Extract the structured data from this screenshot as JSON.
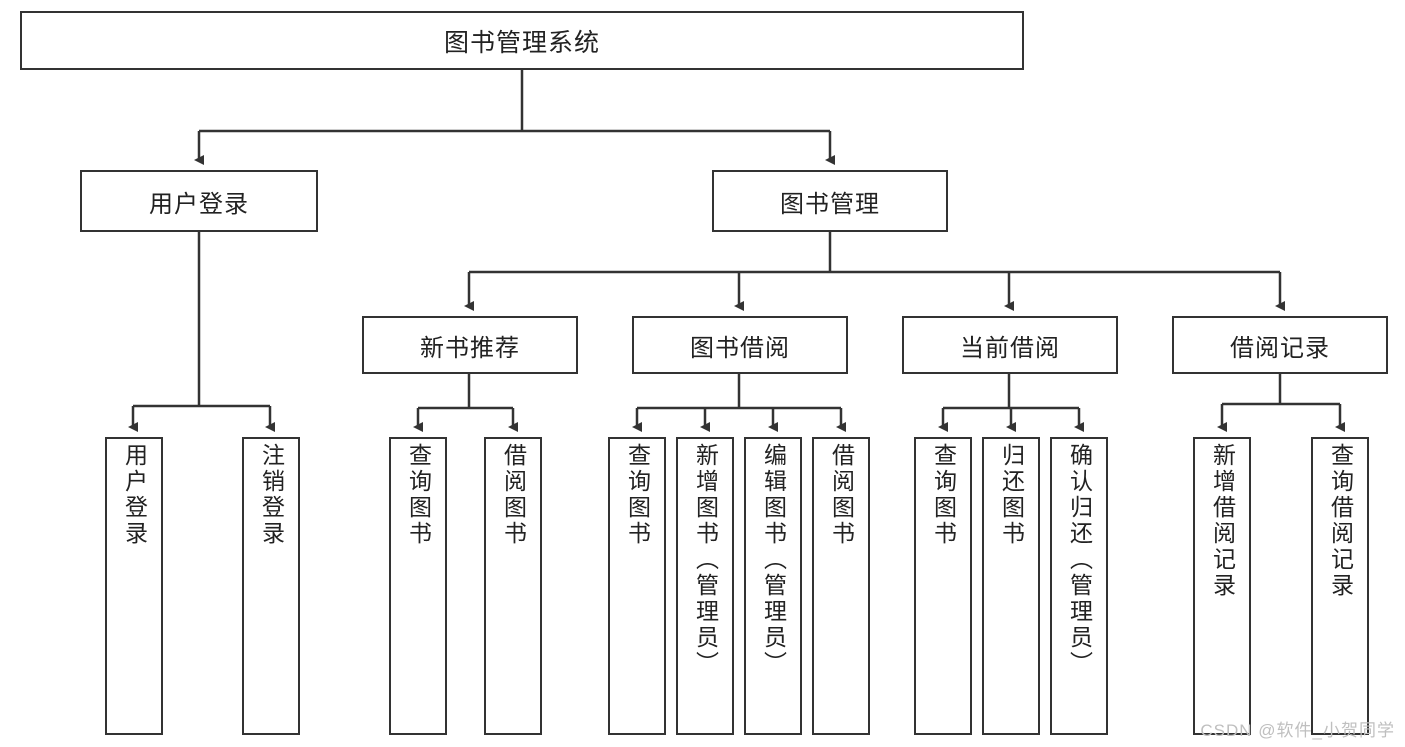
{
  "diagram": {
    "title": "图书管理系统",
    "type": "hierarchy-tree",
    "levels": 4,
    "colors": {
      "box_border": "#333333",
      "box_fill": "#ffffff",
      "edge": "#333333",
      "text": "#222222",
      "watermark": "#bfbfbf",
      "background": "#ffffff"
    },
    "root": {
      "label": "图书管理系统",
      "orientation": "horizontal"
    },
    "level2": [
      {
        "label": "用户登录",
        "orientation": "horizontal"
      },
      {
        "label": "图书管理",
        "orientation": "horizontal"
      }
    ],
    "level3": [
      {
        "label": "新书推荐",
        "orientation": "horizontal",
        "parent": "图书管理"
      },
      {
        "label": "图书借阅",
        "orientation": "horizontal",
        "parent": "图书管理"
      },
      {
        "label": "当前借阅",
        "orientation": "horizontal",
        "parent": "图书管理"
      },
      {
        "label": "借阅记录",
        "orientation": "horizontal",
        "parent": "图书管理"
      }
    ],
    "leaves": {
      "user_login": [
        {
          "label": "用户登录",
          "orientation": "vertical"
        },
        {
          "label": "注销登录",
          "orientation": "vertical"
        }
      ],
      "new_book_recommend": [
        {
          "label": "查询图书",
          "orientation": "vertical"
        },
        {
          "label": "借阅图书",
          "orientation": "vertical"
        }
      ],
      "book_borrow": [
        {
          "label": "查询图书",
          "orientation": "vertical"
        },
        {
          "label": "新增图书（管理员）",
          "orientation": "vertical"
        },
        {
          "label": "编辑图书（管理员）",
          "orientation": "vertical"
        },
        {
          "label": "借阅图书",
          "orientation": "vertical"
        }
      ],
      "current_borrow": [
        {
          "label": "查询图书",
          "orientation": "vertical"
        },
        {
          "label": "归还图书",
          "orientation": "vertical"
        },
        {
          "label": "确认归还（管理员）",
          "orientation": "vertical"
        }
      ],
      "borrow_records": [
        {
          "label": "新增借阅记录",
          "orientation": "vertical"
        },
        {
          "label": "查询借阅记录",
          "orientation": "vertical"
        }
      ]
    },
    "watermark": "CSDN @软件_小贺同学"
  }
}
